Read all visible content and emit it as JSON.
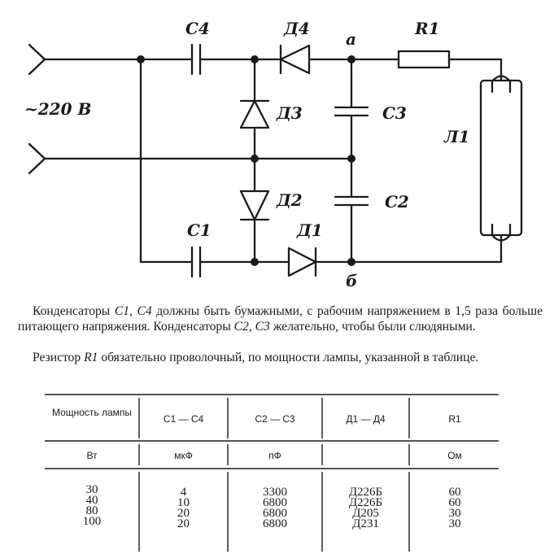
{
  "diagram": {
    "input_label": "~220 В",
    "nodes": {
      "a": "а",
      "b": "б"
    },
    "capacitors": [
      "C4",
      "C3",
      "C2",
      "C1"
    ],
    "diodes": [
      "Д4",
      "Д3",
      "Д2",
      "Д1"
    ],
    "resistor": "R1",
    "lamp": "Л1"
  },
  "text": {
    "p1_a": "Конденсаторы ",
    "p1_c1c4": "C1, C4",
    "p1_b": " должны быть бумажными, с рабочим напряжением в 1,5 раза больше питающего напряжения. Конденсаторы ",
    "p1_c2": "C2,",
    "p1_c3": " C3",
    "p1_c": " желательно, чтобы были слюдяными.",
    "p2_a": "Резистор ",
    "p2_r1": "R1",
    "p2_b": " обязательно проволочный, по мощности лампы, указанной в таблице."
  },
  "table": {
    "headers": [
      "Мощность лампы",
      "С1 — С4",
      "С2 — С3",
      "Д1 — Д4",
      "R1"
    ],
    "units": [
      "Вт",
      "мкФ",
      "пФ",
      "",
      "Ом"
    ],
    "columns": [
      [
        "30",
        "40",
        "80",
        "100"
      ],
      [
        "4",
        "10",
        "20",
        "20"
      ],
      [
        "3300",
        "6800",
        "6800",
        "6800"
      ],
      [
        "Д226Б",
        "Д226Б",
        "Д205",
        "Д231"
      ],
      [
        "60",
        "60",
        "30",
        "30"
      ]
    ]
  }
}
